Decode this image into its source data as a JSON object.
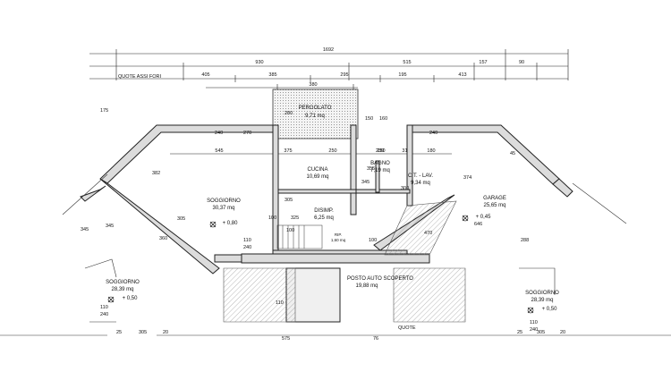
{
  "dimensions": {
    "total": "1692",
    "top_row": [
      "930",
      "515",
      "157",
      "90"
    ],
    "second_row_label": "QUOTE ASSI FORI",
    "second_row": [
      "405",
      "385",
      "295",
      "195",
      "413"
    ],
    "pergola_width": "380",
    "middle_row": [
      "545",
      "375",
      "250",
      "250",
      "315",
      "180"
    ],
    "small": [
      "110",
      "240",
      "110",
      "240",
      "110",
      "240",
      "345",
      "270",
      "382",
      "305",
      "360",
      "345",
      "300",
      "305",
      "345",
      "325",
      "175",
      "280",
      "355",
      "100",
      "100",
      "110",
      "374",
      "45",
      "470",
      "646",
      "240",
      "288",
      "240",
      "150",
      "160",
      "100",
      "230"
    ],
    "bottom": [
      "25",
      "305",
      "20",
      "575",
      "76",
      "25",
      "305",
      "20"
    ],
    "bottom_label": "QUOTE"
  },
  "rooms": {
    "pergolato": {
      "name": "PERGOLATO",
      "area": "9,71 mq"
    },
    "cucina": {
      "name": "CUCINA",
      "area": "10,69 mq"
    },
    "bagno": {
      "name": "BAGNO",
      "area": "7,19 mq"
    },
    "ct_lav": {
      "name": "C.T. - LAV.",
      "area": "9,34 mq"
    },
    "disimp": {
      "name": "DISIMP.",
      "area": "6,25 mq"
    },
    "rip": {
      "name": "RIP.",
      "area": "1,60 mq"
    },
    "soggiorno_center": {
      "name": "SOGGIORNO",
      "area": "30,37 mq",
      "level": "+ 0,80"
    },
    "garage": {
      "name": "GARAGE",
      "area": "25,65 mq",
      "level": "+ 0,45"
    },
    "posto_auto": {
      "name": "POSTO AUTO SCOPERTO",
      "area": "19,88 mq"
    },
    "soggiorno_left": {
      "name": "SOGGIORNO",
      "area": "28,39 mq",
      "level": "+ 0,50"
    },
    "soggiorno_right": {
      "name": "SOGGIORNO",
      "area": "28,39 mq",
      "level": "+ 0,50"
    }
  }
}
